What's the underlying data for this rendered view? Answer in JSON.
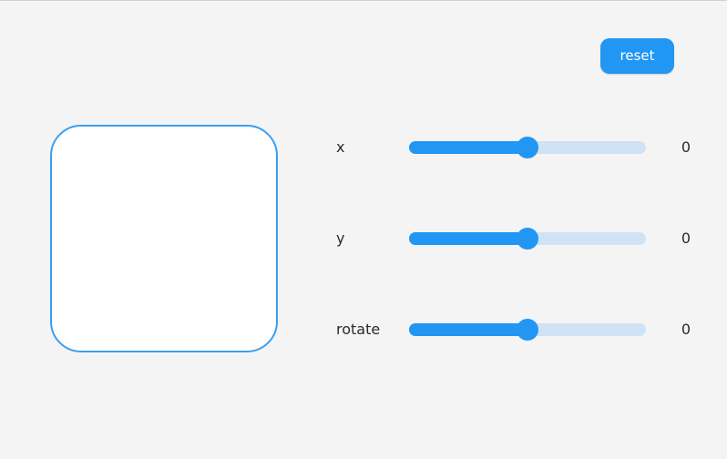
{
  "toolbar": {
    "reset_label": "reset"
  },
  "colors": {
    "accent": "#2196f3",
    "track": "#cfe3f5",
    "box_border": "#3a9ff0",
    "background": "#f4f4f5"
  },
  "controls": [
    {
      "label": "x",
      "value": "0",
      "position": 0.5
    },
    {
      "label": "y",
      "value": "0",
      "position": 0.5
    },
    {
      "label": "rotate",
      "value": "0",
      "position": 0.5
    }
  ]
}
